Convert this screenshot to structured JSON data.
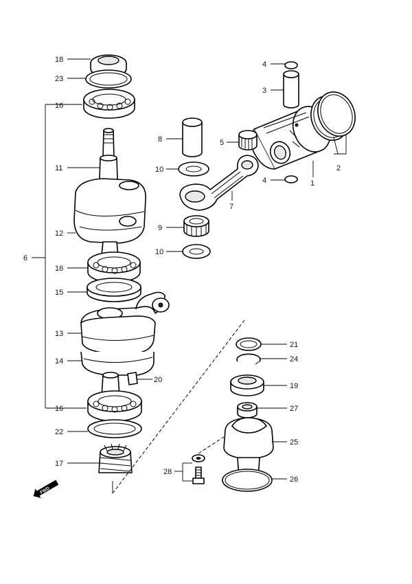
{
  "callouts": {
    "c18": "18",
    "c23": "23",
    "c16a": "16",
    "c11": "11",
    "c12": "12",
    "c16b": "16",
    "c15": "15",
    "c13": "13",
    "c14": "14",
    "c16c": "16",
    "c22": "22",
    "c17": "17",
    "c6": "6",
    "c20": "20",
    "c4a": "4",
    "c3": "3",
    "c8": "8",
    "c5": "5",
    "c10a": "10",
    "c4b": "4",
    "c1": "1",
    "c2": "2",
    "c7": "7",
    "c9": "9",
    "c10b": "10",
    "c21": "21",
    "c24": "24",
    "c19": "19",
    "c27": "27",
    "c25": "25",
    "c28": "28",
    "c26": "26"
  },
  "fwd_badge": "FWD"
}
